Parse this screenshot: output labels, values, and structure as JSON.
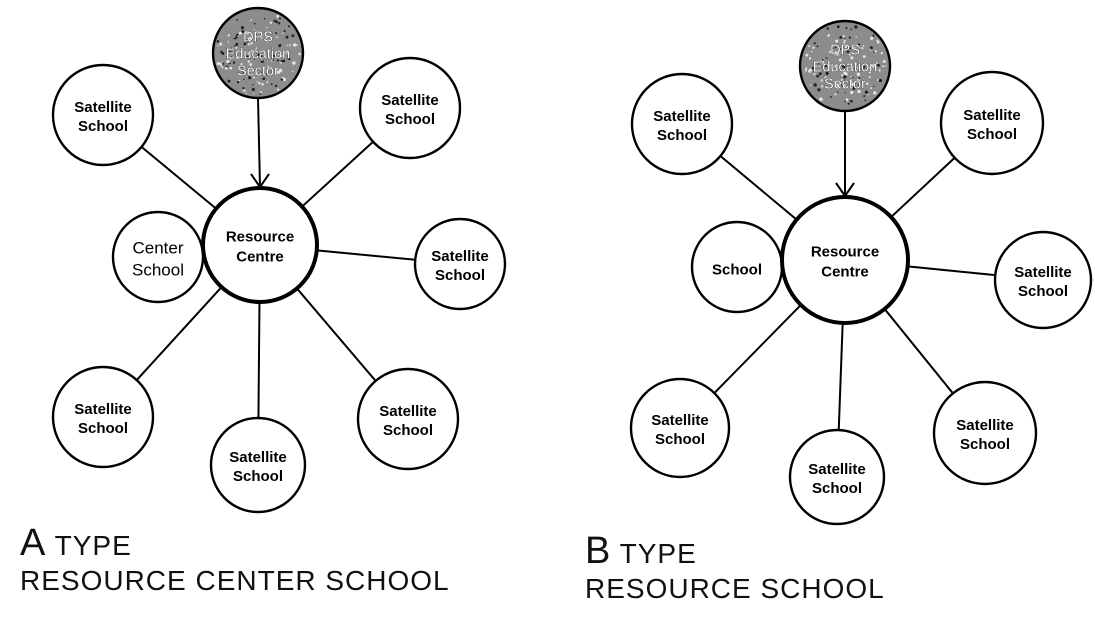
{
  "diagrams": [
    {
      "id": "a",
      "authority": {
        "label_lines": [
          "DPS",
          "Education",
          "Sector"
        ]
      },
      "hub": {
        "label_lines": [
          "Resource",
          "Centre"
        ]
      },
      "inner": {
        "label_lines": [
          "Center",
          "School"
        ]
      },
      "satellites": [
        {
          "label_lines": [
            "Satellite",
            "School"
          ]
        },
        {
          "label_lines": [
            "Satellite",
            "School"
          ]
        },
        {
          "label_lines": [
            "Satellite",
            "School"
          ]
        },
        {
          "label_lines": [
            "Satellite",
            "School"
          ]
        },
        {
          "label_lines": [
            "Satellite",
            "School"
          ]
        },
        {
          "label_lines": [
            "Satellite",
            "School"
          ]
        }
      ],
      "caption": {
        "letter": "A",
        "type_word": "TYPE",
        "description": "RESOURCE CENTER SCHOOL"
      }
    },
    {
      "id": "b",
      "authority": {
        "label_lines": [
          "DPS",
          "Education",
          "Sector"
        ]
      },
      "hub": {
        "label_lines": [
          "Resource",
          "Centre"
        ]
      },
      "inner": {
        "label_lines": [
          "School"
        ]
      },
      "satellites": [
        {
          "label_lines": [
            "Satellite",
            "School"
          ]
        },
        {
          "label_lines": [
            "Satellite",
            "School"
          ]
        },
        {
          "label_lines": [
            "Satellite",
            "School"
          ]
        },
        {
          "label_lines": [
            "Satellite",
            "School"
          ]
        },
        {
          "label_lines": [
            "Satellite",
            "School"
          ]
        },
        {
          "label_lines": [
            "Satellite",
            "School"
          ]
        }
      ],
      "caption": {
        "letter": "B",
        "type_word": "TYPE",
        "description": "RESOURCE SCHOOL"
      }
    }
  ],
  "colors": {
    "line": "#000000",
    "authority_fill": "#8c8c8c",
    "background": "#ffffff"
  }
}
